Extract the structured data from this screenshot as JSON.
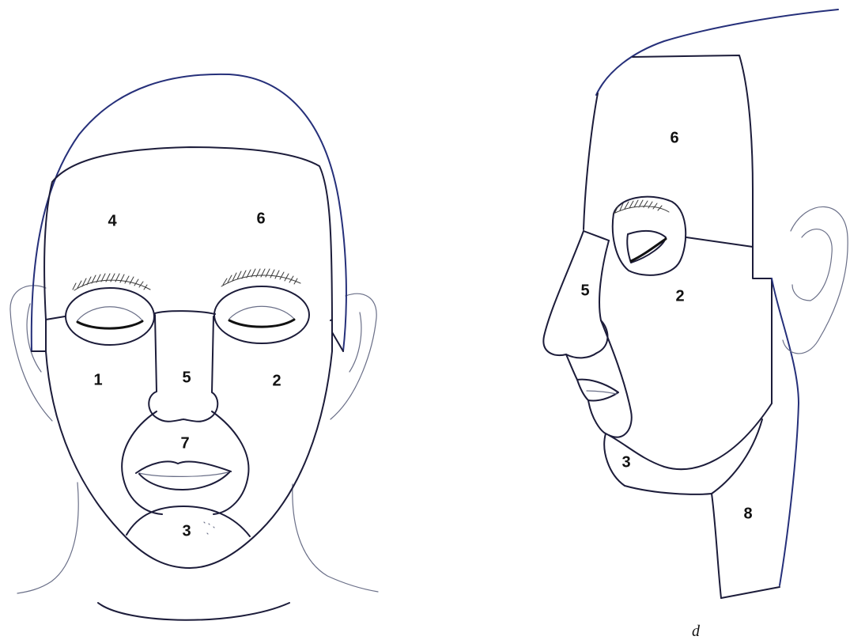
{
  "front_view": {
    "labels": [
      "4",
      "6",
      "1",
      "5",
      "2",
      "7",
      "3"
    ]
  },
  "side_view": {
    "labels": [
      "6",
      "5",
      "2",
      "3",
      "8"
    ]
  },
  "corner_mark": "d"
}
